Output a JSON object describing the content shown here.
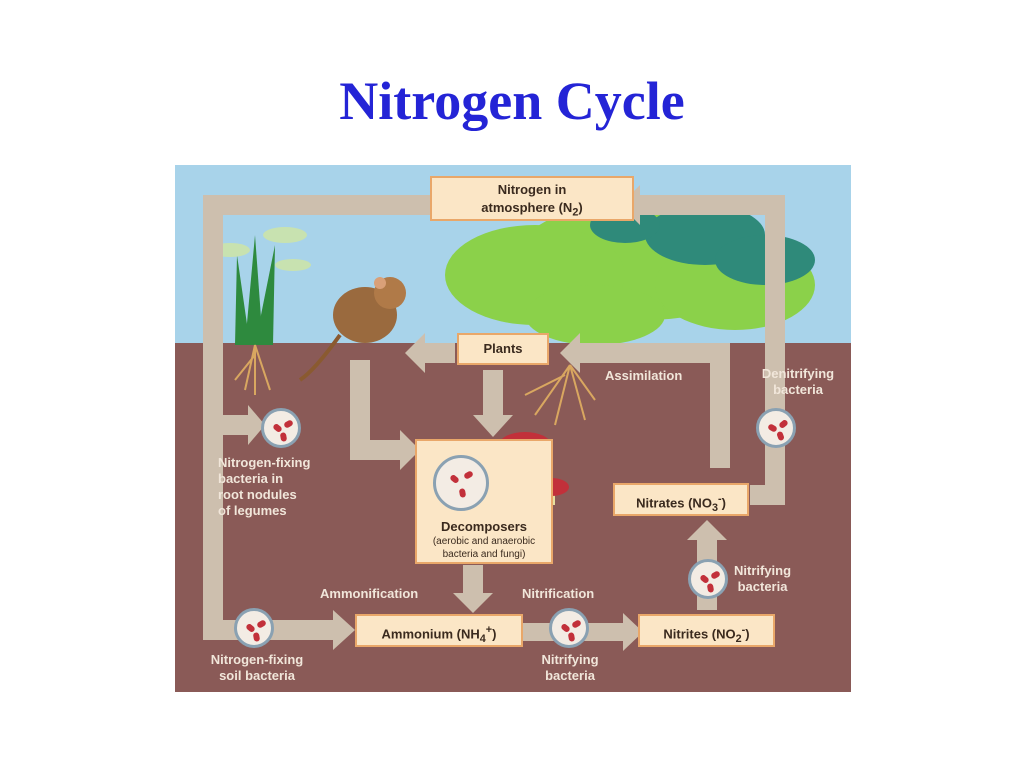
{
  "slide": {
    "title": "Nitrogen Cycle"
  },
  "diagram": {
    "atmosphere": {
      "line1": "Nitrogen in",
      "line2": "atmosphere (N",
      "sub": "2",
      "close": ")"
    },
    "plants": "Plants",
    "assimilation": "Assimilation",
    "denitrifying": {
      "line1": "Denitrifying",
      "line2": "bacteria"
    },
    "legume_bacteria": [
      "Nitrogen-fixing",
      "bacteria in",
      "root nodules",
      "of legumes"
    ],
    "decomposers": {
      "title": "Decomposers",
      "line1": "(aerobic and anaerobic",
      "line2": "bacteria and fungi)"
    },
    "nitrates": {
      "text": "Nitrates (NO",
      "sub": "3",
      "sup": "-",
      "close": ")"
    },
    "nitrifying_upper": {
      "line1": "Nitrifying",
      "line2": "bacteria"
    },
    "ammonification": "Ammonification",
    "nitrification": "Nitrification",
    "ammonium": {
      "text": "Ammonium (NH",
      "sub": "4",
      "sup": "+",
      "close": ")"
    },
    "nitrites": {
      "text": "Nitrites (NO",
      "sub": "2",
      "sup": "-",
      "close": ")"
    },
    "soil_bacteria": {
      "line1": "Nitrogen-fixing",
      "line2": "soil bacteria"
    },
    "nitrifying_lower": {
      "line1": "Nitrifying",
      "line2": "bacteria"
    },
    "colors": {
      "title": "#2424d6",
      "sky": "#a8d3ea",
      "soil": "#8a5a57",
      "arrow": "#cdbfae",
      "box_fill": "#fbe6c6",
      "box_border": "#e9a769"
    }
  }
}
